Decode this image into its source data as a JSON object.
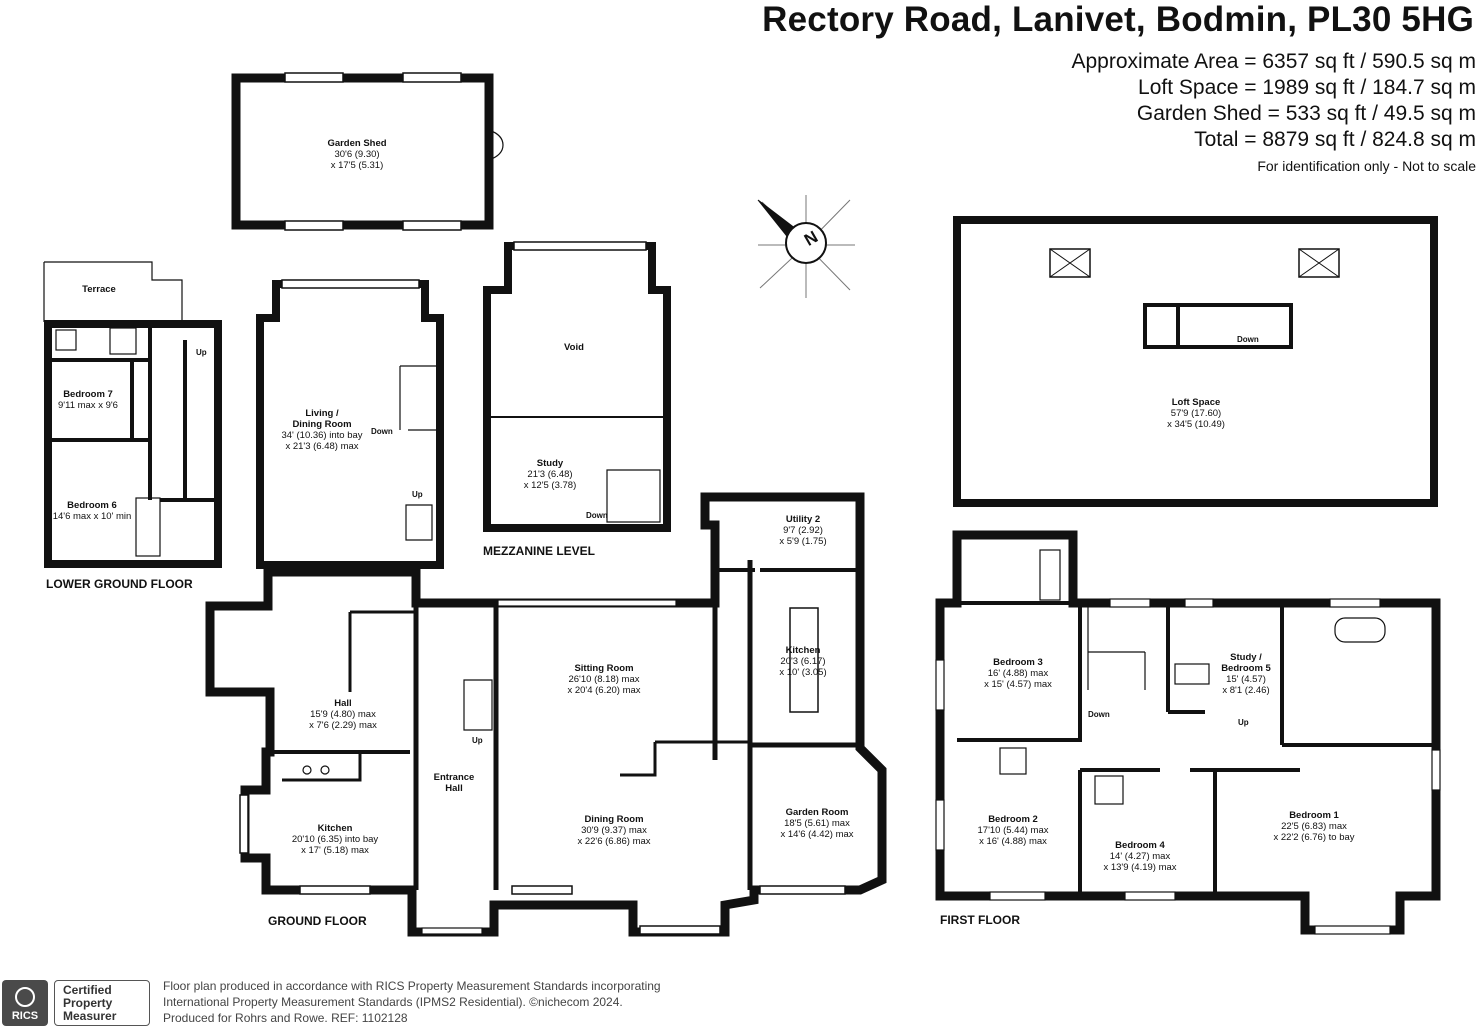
{
  "header": {
    "title": "Rectory Road, Lanivet, Bodmin, PL30 5HG",
    "areas": [
      "Approximate Area = 6357 sq ft / 590.5 sq m",
      "Loft Space = 1989 sq ft / 184.7 sq m",
      "Garden Shed = 533 sq ft / 49.5 sq m",
      "Total = 8879 sq ft / 824.8 sq m"
    ],
    "note": "For identification only - Not to scale"
  },
  "floors": {
    "lower_ground": "LOWER GROUND FLOOR",
    "ground": "GROUND FLOOR",
    "mezzanine": "MEZZANINE LEVEL",
    "first": "FIRST FLOOR"
  },
  "rooms": {
    "garden_shed": {
      "name": "Garden Shed",
      "d1": "30'6 (9.30)",
      "d2": "x 17'5 (5.31)"
    },
    "terrace": {
      "name": "Terrace"
    },
    "bedroom7": {
      "name": "Bedroom 7",
      "d1": "9'11 max x 9'6"
    },
    "bedroom6": {
      "name": "Bedroom 6",
      "d1": "14'6 max x 10' min"
    },
    "living": {
      "name": "Living /",
      "name2": "Dining Room",
      "d1": "34' (10.36) into bay",
      "d2": "x 21'3 (6.48) max"
    },
    "void": {
      "name": "Void"
    },
    "study": {
      "name": "Study",
      "d1": "21'3 (6.48)",
      "d2": "x 12'5 (3.78)"
    },
    "loft": {
      "name": "Loft Space",
      "d1": "57'9 (17.60)",
      "d2": "x 34'5 (10.49)"
    },
    "utility2": {
      "name": "Utility 2",
      "d1": "9'7 (2.92)",
      "d2": "x 5'9 (1.75)"
    },
    "kitchen_right": {
      "name": "Kitchen",
      "d1": "20'3 (6.17)",
      "d2": "x 10' (3.05)"
    },
    "sitting": {
      "name": "Sitting Room",
      "d1": "26'10 (8.18) max",
      "d2": "x 20'4 (6.20) max"
    },
    "dining": {
      "name": "Dining Room",
      "d1": "30'9 (9.37) max",
      "d2": "x 22'6 (6.86) max"
    },
    "garden_room": {
      "name": "Garden Room",
      "d1": "18'5 (5.61) max",
      "d2": "x 14'6 (4.42) max"
    },
    "hall": {
      "name": "Hall",
      "d1": "15'9 (4.80) max",
      "d2": "x 7'6 (2.29) max"
    },
    "entrance_hall": {
      "name": "Entrance",
      "name2": "Hall"
    },
    "kitchen_left": {
      "name": "Kitchen",
      "d1": "20'10 (6.35) into bay",
      "d2": "x 17' (5.18) max"
    },
    "bedroom3": {
      "name": "Bedroom 3",
      "d1": "16' (4.88) max",
      "d2": "x 15' (4.57) max"
    },
    "study5": {
      "name": "Study /",
      "name2": "Bedroom 5",
      "d1": "15' (4.57)",
      "d2": "x 8'1 (2.46)"
    },
    "bedroom2": {
      "name": "Bedroom 2",
      "d1": "17'10 (5.44) max",
      "d2": "x 16' (4.88) max"
    },
    "bedroom4": {
      "name": "Bedroom 4",
      "d1": "14' (4.27) max",
      "d2": "x 13'9 (4.19) max"
    },
    "bedroom1": {
      "name": "Bedroom 1",
      "d1": "22'5 (6.83) max",
      "d2": "x 22'2 (6.76) to bay"
    }
  },
  "stair_labels": {
    "up": "Up",
    "down": "Down"
  },
  "compass": {
    "letter": "N",
    "icon": "compass-icon"
  },
  "footer": {
    "line1": "Floor plan produced in accordance with RICS Property Measurement Standards incorporating",
    "line2": "International Property Measurement Standards (IPMS2 Residential).  ©nichecom 2024.",
    "line3": "Produced for Rohrs and Rowe.   REF: 1102128"
  },
  "badge": {
    "rics": "RICS",
    "cert1": "Certified",
    "cert2": "Property",
    "cert3": "Measurer"
  }
}
